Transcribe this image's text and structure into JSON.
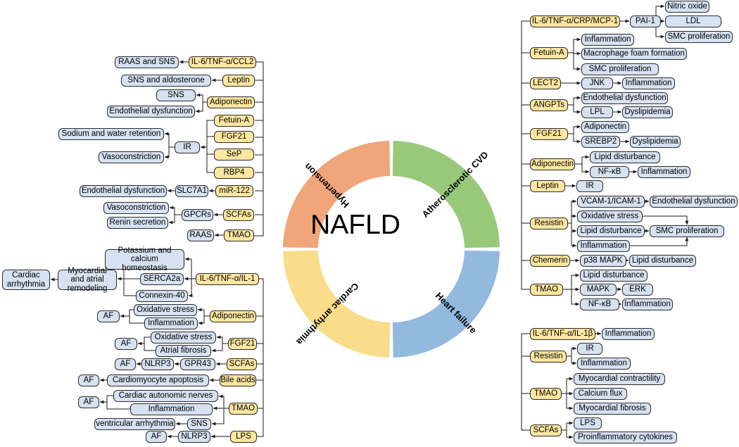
{
  "center": {
    "title": "NAFLD",
    "segments": [
      {
        "label": "Hypertension",
        "color": "#f0a67a"
      },
      {
        "label": "Atherosclerotic CVD",
        "color": "#98c97b"
      },
      {
        "label": "Heart failure",
        "color": "#93b9df"
      },
      {
        "label": "Cardiac arrhythmia",
        "color": "#fadd8a"
      }
    ]
  },
  "colors": {
    "mediator_fill": "#fde6a0",
    "effect_fill": "#d6e1f1",
    "line": "#1a1a1a"
  },
  "hypertension": {
    "mediators": [
      "IL-6/TNF-α/CCL2",
      "Leptin",
      "Adiponectin",
      "Fetuin-A",
      "FGF21",
      "SeP",
      "RBP4",
      "miR-122",
      "SCFAs",
      "TMAO"
    ],
    "effects": [
      "RAAS and SNS",
      "SNS and aldosterone",
      "SNS",
      "Endothelial dysfunction",
      "IR",
      "Sodium and water retention",
      "Vasoconstriction",
      "SLC7A1",
      "Endothelial dysfunction",
      "GPCRs",
      "Vasoconstriction",
      "Renin secretion",
      "RAAS"
    ]
  },
  "arrhythmia": {
    "mediators": [
      "IL-6/TNF-α/IL-1",
      "Adiponectin",
      "FGF21",
      "SCFAs",
      "Bile acids",
      "TMAO",
      "LPS"
    ],
    "effects": [
      "Potassium and calcium homeostasis",
      "Cardiac arrhythmia",
      "Myocardial and atrial remodeling",
      "SERCA2a",
      "Connexin-40",
      "Oxidative stress",
      "AF",
      "Inflammation",
      "Oxidative stress",
      "AF",
      "Atrial fibrosis",
      "AF",
      "NLRP3",
      "GPR43",
      "AF",
      "Cardiomyocyte apoptosis",
      "Cardiac autonomic nerves",
      "AF",
      "Inflammation",
      "ventricular arrhythmia",
      "SNS",
      "AF",
      "NLRP3"
    ]
  },
  "ascvd": {
    "mediators": [
      "IL-6/TNF-α/CRP/MCP-1",
      "Fetuin-A",
      "LECT2",
      "ANGPTs",
      "FGF21",
      "Adiponectin",
      "Leptin",
      "Resistin",
      "Chemerin",
      "TMAO"
    ],
    "effects": [
      "PAI-1",
      "Nitric oxide",
      "LDL",
      "SMC proliferation",
      "Inflammation",
      "Macrophage foam formation",
      "SMC proliferation",
      "JNK",
      "Inflammation",
      "Endothelial dysfunction",
      "LPL",
      "Dyslipidemia",
      "Adiponectin",
      "SREBP2",
      "Dyslipidemia",
      "Lipid disturbance",
      "NF-κB",
      "Inflammation",
      "IR",
      "VCAM-1/ICAM-1",
      "Endothelial dysfunction",
      "Oxidative stress",
      "Lipid disturbance",
      "SMC proliferation",
      "Inflammation",
      "p38 MAPK",
      "Lipid disturbance",
      "Lipid disturbance",
      "MAPK",
      "ERK",
      "NF-κB",
      "Inflammation"
    ]
  },
  "heart_failure": {
    "mediators": [
      "IL-6/TNF-α/IL-1β",
      "Resistin",
      "TMAO",
      "SCFAs"
    ],
    "effects": [
      "Inflammation",
      "IR",
      "Inflammation",
      "Myocardial contractility",
      "Calcium flux",
      "Myocardial fibrosis",
      "LPS",
      "Proinflammatory cytokines"
    ]
  }
}
